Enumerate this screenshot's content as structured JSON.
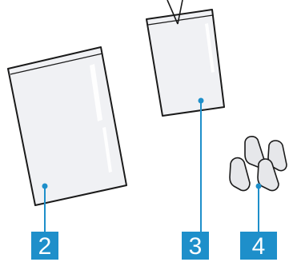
{
  "callouts": [
    {
      "label": "2",
      "item": "large-bag"
    },
    {
      "label": "3",
      "item": "small-bag"
    },
    {
      "label": "4",
      "item": "clips"
    }
  ],
  "colors": {
    "accent": "#1e8fca",
    "outline": "#1a1a1a",
    "bag_fill": "#f0f1f4",
    "clip_fill": "#e6e7ea"
  }
}
